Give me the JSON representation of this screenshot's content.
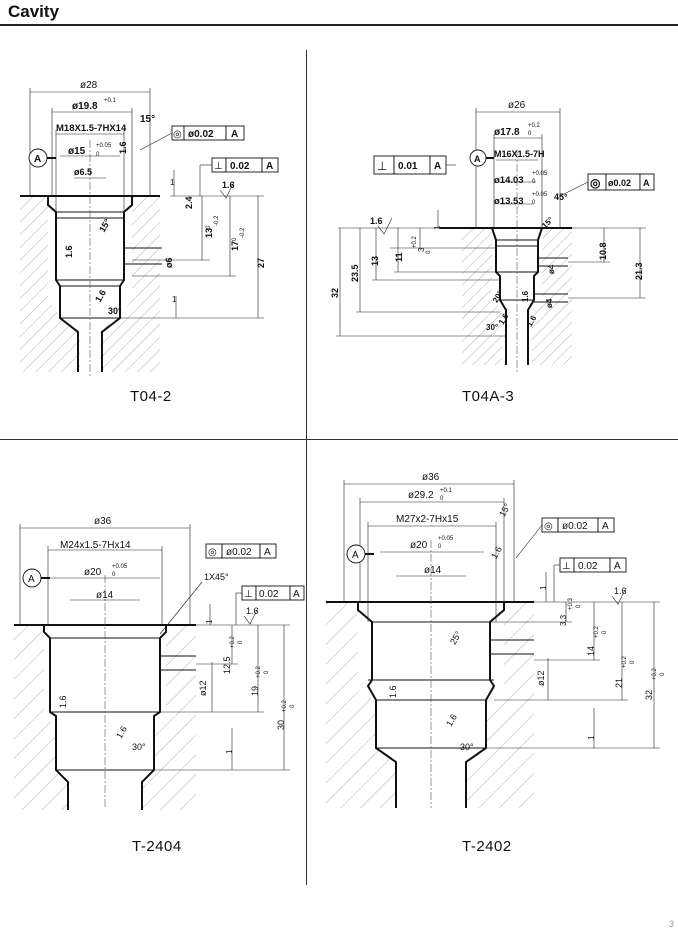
{
  "header": {
    "title": "Cavity"
  },
  "footer": {
    "page": "3"
  },
  "drawings": [
    {
      "caption": "T04-2",
      "labels": {
        "d_outer": "ø28",
        "d_19": "ø19.8",
        "d_19_tol": "+0.1",
        "angle_15": "15°",
        "thread": "M18X1.5-7HX14",
        "conc_sym": "◎",
        "conc_tol": "ø0.02",
        "datum_ref": "A",
        "datum": "A",
        "d_15": "ø15",
        "d_15_tol": "+0.05",
        "d_15_low": "0",
        "rough_1": "1.6",
        "perp_sym": "⊥",
        "perp_tol": "0.02",
        "perp_ref": "A",
        "d_65": "ø6.5",
        "rough_2": "1.6",
        "v_24": "2.4",
        "v_13": "13",
        "v_13_tol": "-0.2",
        "v_17": "17",
        "v_17_tol": "-0.2",
        "v_27": "27",
        "angle_15b": "15°",
        "rough_3": "1.6",
        "d_6": "ø6",
        "rough_4": "1.6",
        "angle_30": "30°",
        "v_1": "1",
        "v_1b": "1",
        "v_0a": "0",
        "v_0b": "0"
      }
    },
    {
      "caption": "T04A-3",
      "labels": {
        "d_26": "ø26",
        "d_178": "ø17.8",
        "d_178_tol": "+0.2",
        "d_178_low": "0",
        "perp_sym": "⊥",
        "perp_tol": "0.01",
        "perp_ref": "A",
        "datum": "A",
        "thread": "M16X1.5-7H",
        "d_1403": "ø14.03",
        "d_1403_tol": "+0.05",
        "d_1403_low": "0",
        "conc_sym": "◎",
        "conc_tol": "ø0.02",
        "conc_ref": "A",
        "angle_45": "45°",
        "d_1353": "ø13.53",
        "d_1353_tol": "+0.05",
        "d_1353_low": "0",
        "rough_1": "1.6",
        "v_1": "1",
        "v_3": "3",
        "v_3_tol": "+0.2",
        "v_3_low": "0",
        "v_11": "11",
        "v_13": "13",
        "v_235": "23.5",
        "v_32": "32",
        "v_108": "10.8",
        "v_213": "21.3",
        "angle_15": "15°",
        "d_4a": "ø4",
        "rough_2": "1.6",
        "angle_20": "20°",
        "d_4b": "ø4",
        "rough_3": "1.6",
        "angle_30": "30°",
        "rough_4": "1.6"
      }
    },
    {
      "caption": "T-2404",
      "labels": {
        "d_36": "ø36",
        "thread": "M24x1.5-7Hx14",
        "conc_sym": "◎",
        "conc_tol": "ø0.02",
        "conc_ref": "A",
        "datum": "A",
        "d_20": "ø20",
        "d_20_tol": "+0.05",
        "d_20_low": "0",
        "chamfer": "1X45°",
        "perp_sym": "⊥",
        "perp_tol": "0.02",
        "perp_ref": "A",
        "d_14": "ø14",
        "rough_1": "1.6",
        "v_1": "1",
        "v_125": "12.5",
        "v_125_tol": "+0.2",
        "v_125_low": "0",
        "v_19": "19",
        "v_19_tol": "+0.2",
        "v_19_low": "0",
        "v_30": "30",
        "v_30_tol": "+0.2",
        "v_30_low": "0",
        "d_12": "ø12",
        "rough_2": "1.6",
        "rough_3": "1.6",
        "angle_30": "30°",
        "v_1b": "1"
      }
    },
    {
      "caption": "T-2402",
      "labels": {
        "d_36": "ø36",
        "d_292": "ø29.2",
        "d_292_tol": "+0.1",
        "d_292_low": "0",
        "angle_15": "15°",
        "thread": "M27x2-7Hx15",
        "conc_sym": "◎",
        "conc_tol": "ø0.02",
        "conc_ref": "A",
        "datum": "A",
        "d_20": "ø20",
        "d_20_tol": "+0.05",
        "d_20_low": "0",
        "rough_1": "1.6",
        "perp_sym": "⊥",
        "perp_tol": "0.02",
        "perp_ref": "A",
        "d_14": "ø14",
        "rough_2": "1.6",
        "v_1": "1",
        "v_33": "3.3",
        "v_33_tol": "+0.3",
        "v_33_low": "0",
        "v_14": "14",
        "v_14_tol": "+0.2",
        "v_14_low": "0",
        "v_21": "21",
        "v_21_tol": "+0.2",
        "v_21_low": "0",
        "v_32": "32",
        "v_32_tol": "+0.2",
        "v_32_low": "0",
        "angle_25": "25°",
        "d_12": "ø12",
        "rough_3": "1.6",
        "rough_4": "1.6",
        "angle_30": "30°",
        "v_1b": "1"
      }
    }
  ]
}
